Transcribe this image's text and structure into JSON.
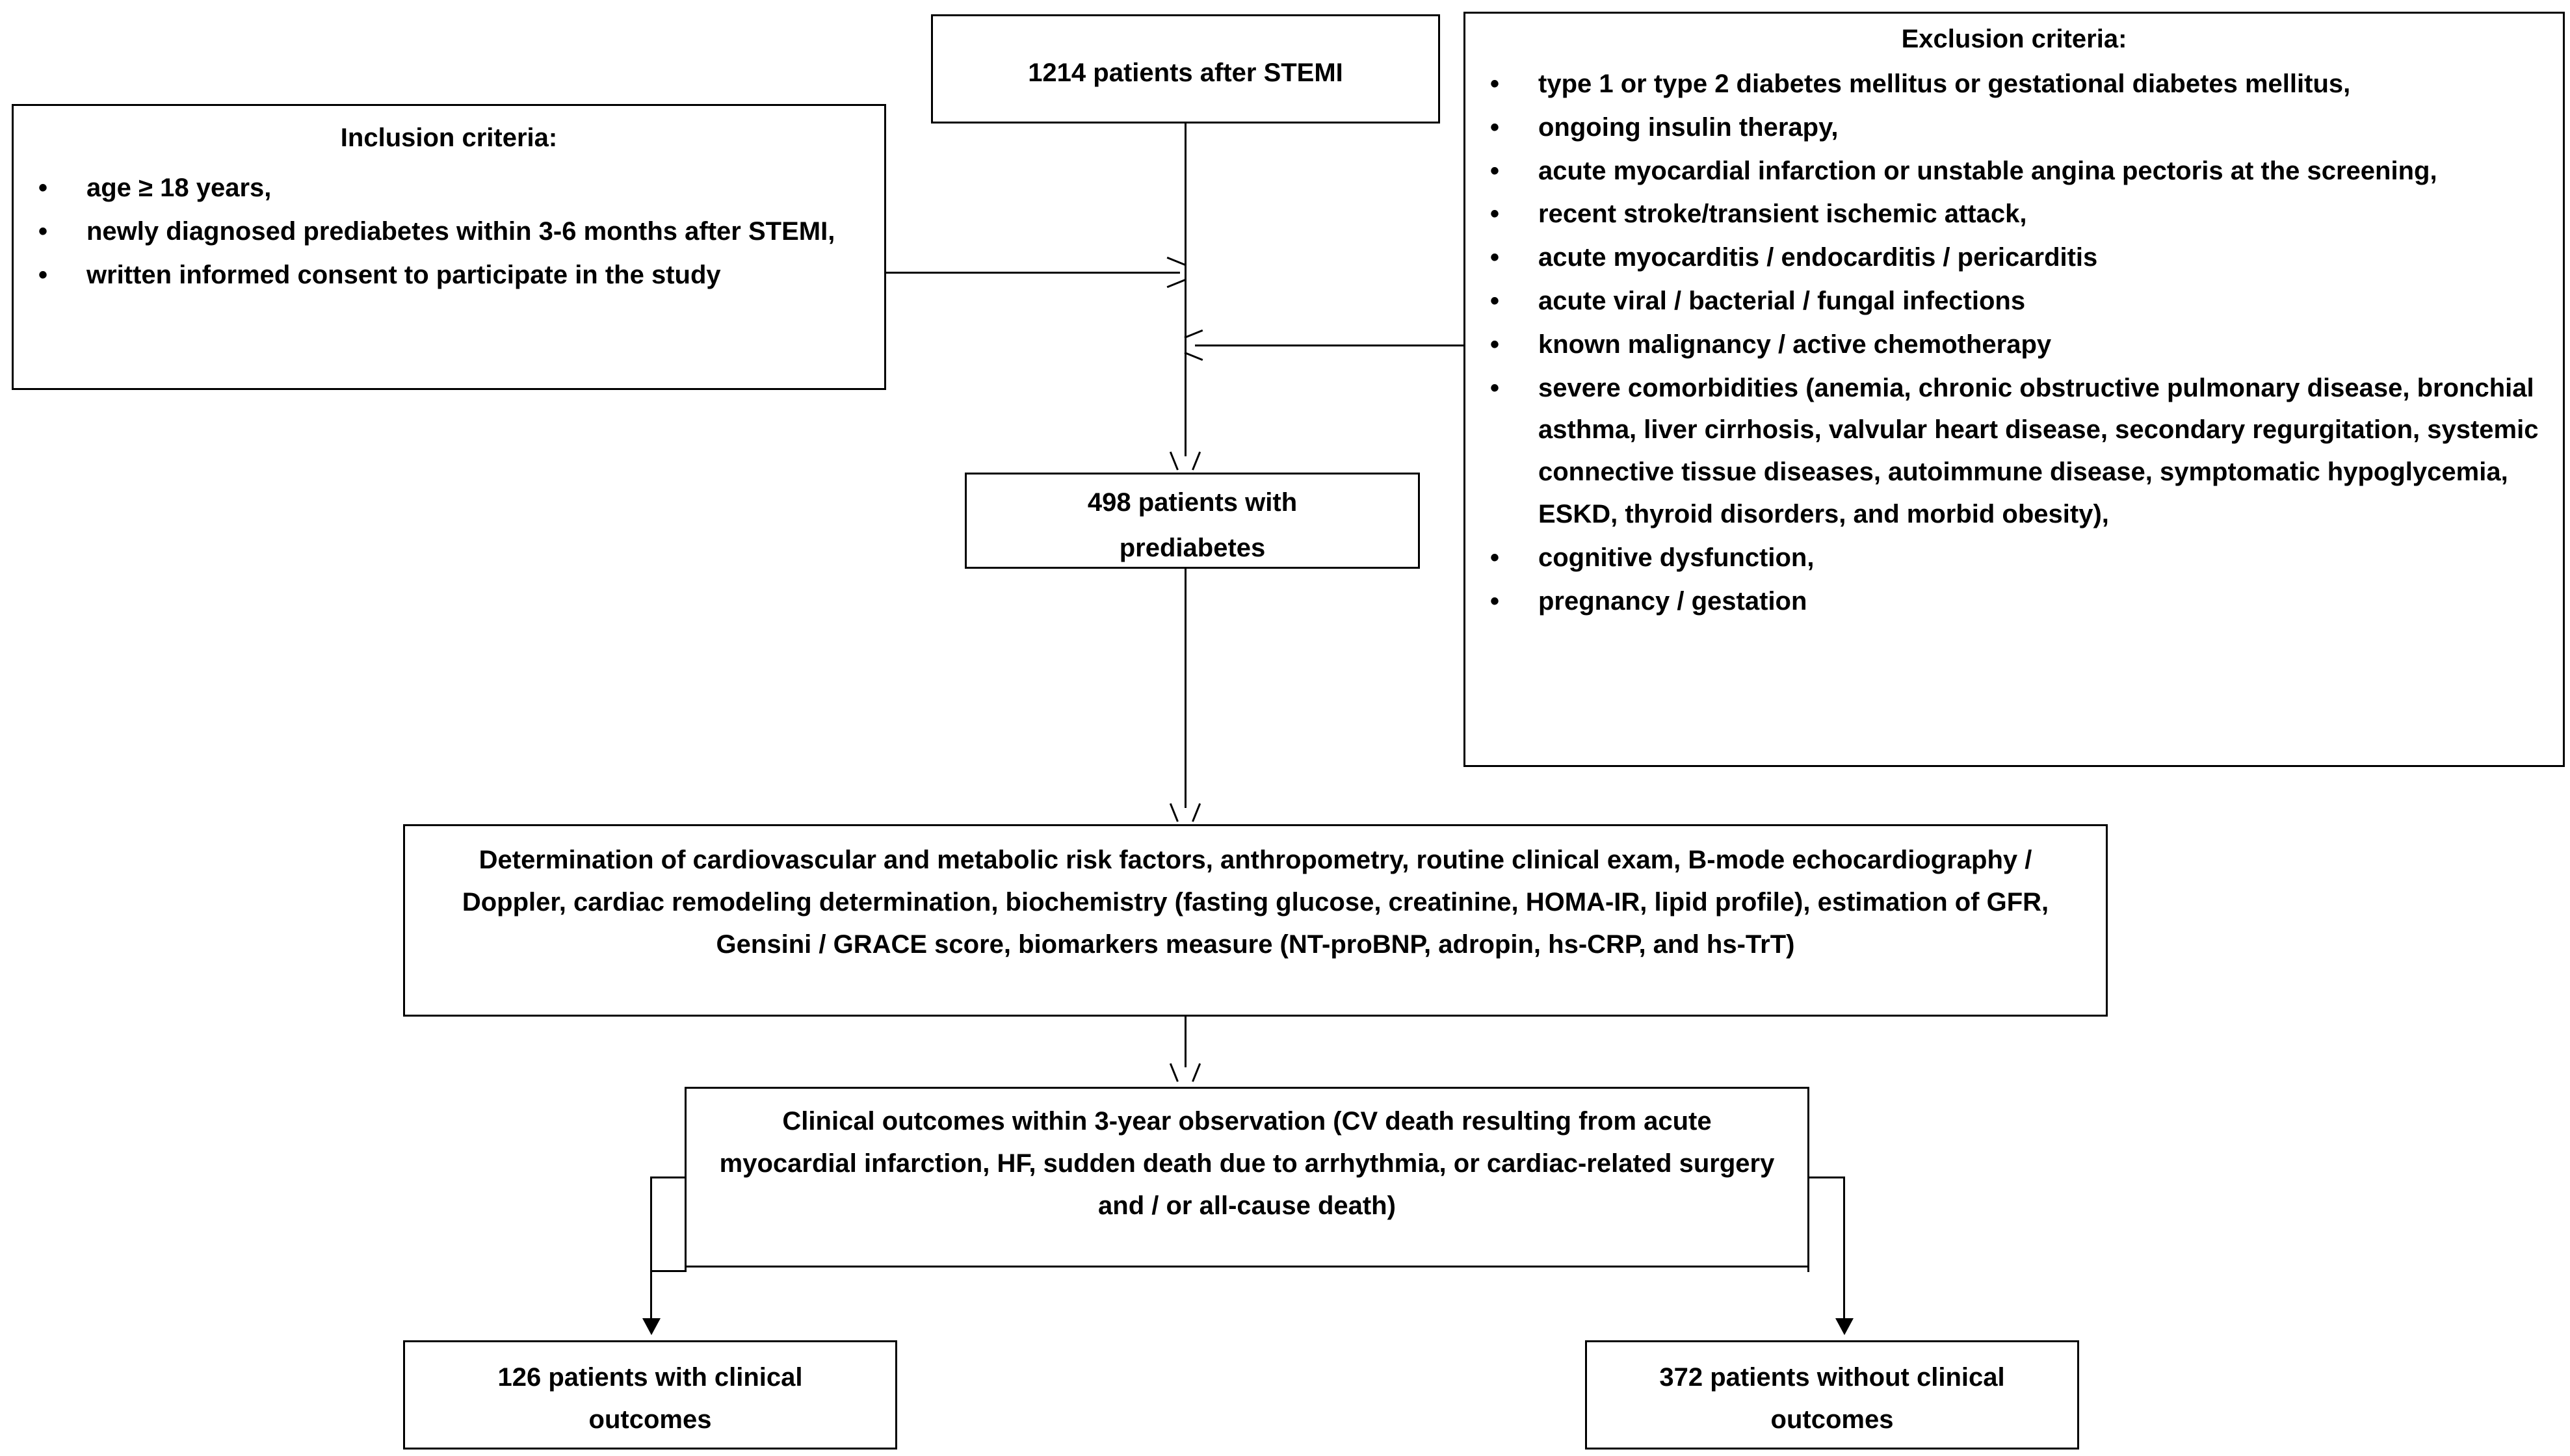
{
  "diagram": {
    "type": "study-flowchart",
    "nodes": {
      "stemi": {
        "label": "1214 patients after STEMI"
      },
      "inclusion": {
        "title": "Inclusion criteria:",
        "items": [
          "age ≥ 18 years,",
          "newly diagnosed prediabetes within 3-6 months after STEMI,",
          "written informed consent to participate in the study"
        ]
      },
      "exclusion": {
        "title": "Exclusion criteria:",
        "items": [
          "type 1 or type 2 diabetes mellitus or gestational diabetes mellitus,",
          "ongoing insulin therapy,",
          "acute myocardial infarction or unstable angina pectoris at the screening,",
          "recent stroke/transient ischemic attack,",
          "acute myocarditis / endocarditis / pericarditis",
          "acute viral / bacterial / fungal infections",
          "known malignancy / active chemotherapy",
          "severe comorbidities (anemia, chronic obstructive pulmonary disease, bronchial asthma, liver cirrhosis, valvular heart disease, secondary regurgitation, systemic connective tissue diseases, autoimmune disease, symptomatic hypoglycemia, ESKD, thyroid disorders, and morbid obesity),",
          "cognitive dysfunction,",
          "pregnancy / gestation"
        ]
      },
      "prediabetes": {
        "label": "498 patients with prediabetes"
      },
      "determination": {
        "label": "Determination of cardiovascular and metabolic risk factors, anthropometry, routine clinical exam, B-mode echocardiography / Doppler, cardiac remodeling determination, biochemistry (fasting glucose, creatinine, HOMA-IR, lipid profile), estimation of GFR, Gensini / GRACE score, biomarkers measure (NT-proBNP, adropin, hs-CRP, and hs-TrT)"
      },
      "outcomes": {
        "label": "Clinical outcomes within 3-year observation (CV death resulting from acute myocardial infarction, HF, sudden death due to arrhythmia, or cardiac-related surgery and / or all-cause death)"
      },
      "with_outcomes": {
        "label": "126 patients with clinical outcomes"
      },
      "without_outcomes": {
        "label": "372 patients without clinical outcomes"
      }
    },
    "bullet_glyph": "•",
    "colors": {
      "stroke": "#000000",
      "background": "#ffffff",
      "text": "#000000"
    }
  }
}
